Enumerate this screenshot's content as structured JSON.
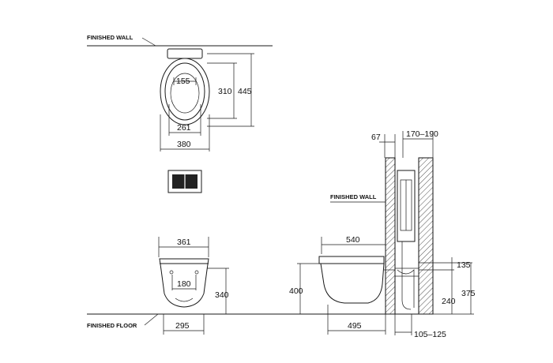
{
  "labels": {
    "finished_wall_top": "FINISHED WALL",
    "finished_wall_side": "FINISHED WALL",
    "finished_floor": "FINISHED FLOOR"
  },
  "dimensions": {
    "top_inner_width": "155",
    "top_depth": "310",
    "top_overall_depth": "445",
    "top_seat_width": "261",
    "top_overall_width": "380",
    "front_overall_width": "361",
    "front_inner_width": "180",
    "front_height": "340",
    "front_base_width": "295",
    "side_carrier_width": "67",
    "side_wall_depth": "170–190",
    "side_bowl_length": "540",
    "side_height": "400",
    "side_base_length": "495",
    "side_outlet_offset": "135",
    "side_outlet_height": "240",
    "side_total_height": "375",
    "side_floor_gap": "105–125"
  }
}
